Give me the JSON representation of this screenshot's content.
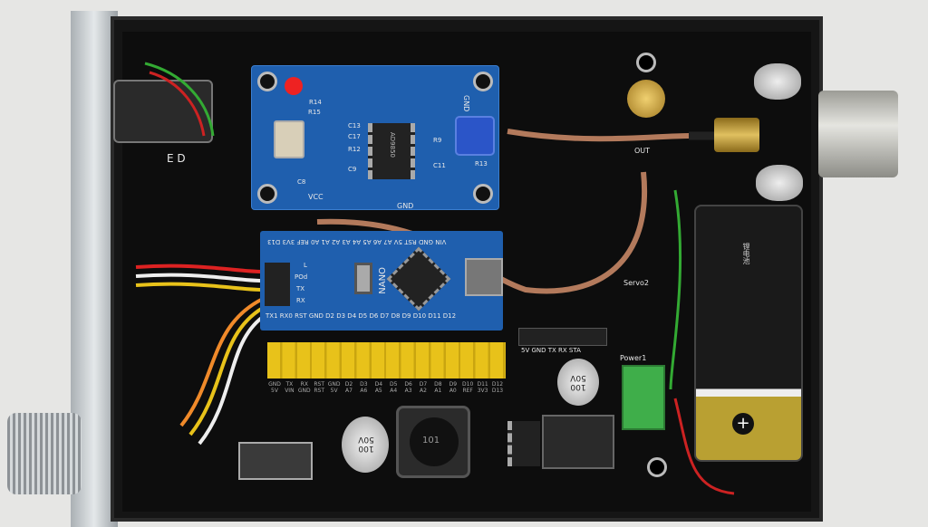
{
  "dds_module": {
    "chip": "AD9850",
    "labels": [
      "VCC",
      "GND",
      "R15",
      "C8",
      "C13",
      "C17",
      "R12",
      "C9",
      "C11",
      "R13",
      "R9",
      "R14"
    ],
    "top_pins_label": "GND",
    "bottom_label": "GND",
    "vcc": "VCC"
  },
  "nano": {
    "name": "NANO",
    "top_pins": "VIN GND RST 5V A7 A6 A5 A4 A3 A2 A1 A0 REF 3V3 D13",
    "bottom_pins": "TX1 RX0 RST GND D2 D3 D4 D5 D6 D7 D8 D9 D10 D11 D12",
    "leds": [
      "L",
      "POd",
      "TX",
      "RX"
    ]
  },
  "header_labels": [
    "GND 5V",
    "TX VIN",
    "RX GND",
    "RST RST",
    "GND 5V",
    "D2 A7",
    "D3 A6",
    "D4 A5",
    "D5 A4",
    "D6 A3",
    "D7 A2",
    "D8 A1",
    "D9 A0",
    "D10 REF",
    "D11 3V3",
    "D12 D13"
  ],
  "board": {
    "power_label": "Power1",
    "servo_label": "Servo2",
    "serial_labels": "5V GND TX RX STA",
    "cap1": "100 50V",
    "cap2": "100 50V",
    "inductor": "101",
    "out_label": "OUT",
    "jack_labels": "E D"
  },
  "battery": {
    "text": "锂电池",
    "plus": "+"
  },
  "colors": {
    "pcb_blue": "#1f5fae",
    "case": "#151515",
    "header_yellow": "#e8c21a",
    "terminal_green": "#3fae4a",
    "battery_gold": "#b9a032"
  }
}
